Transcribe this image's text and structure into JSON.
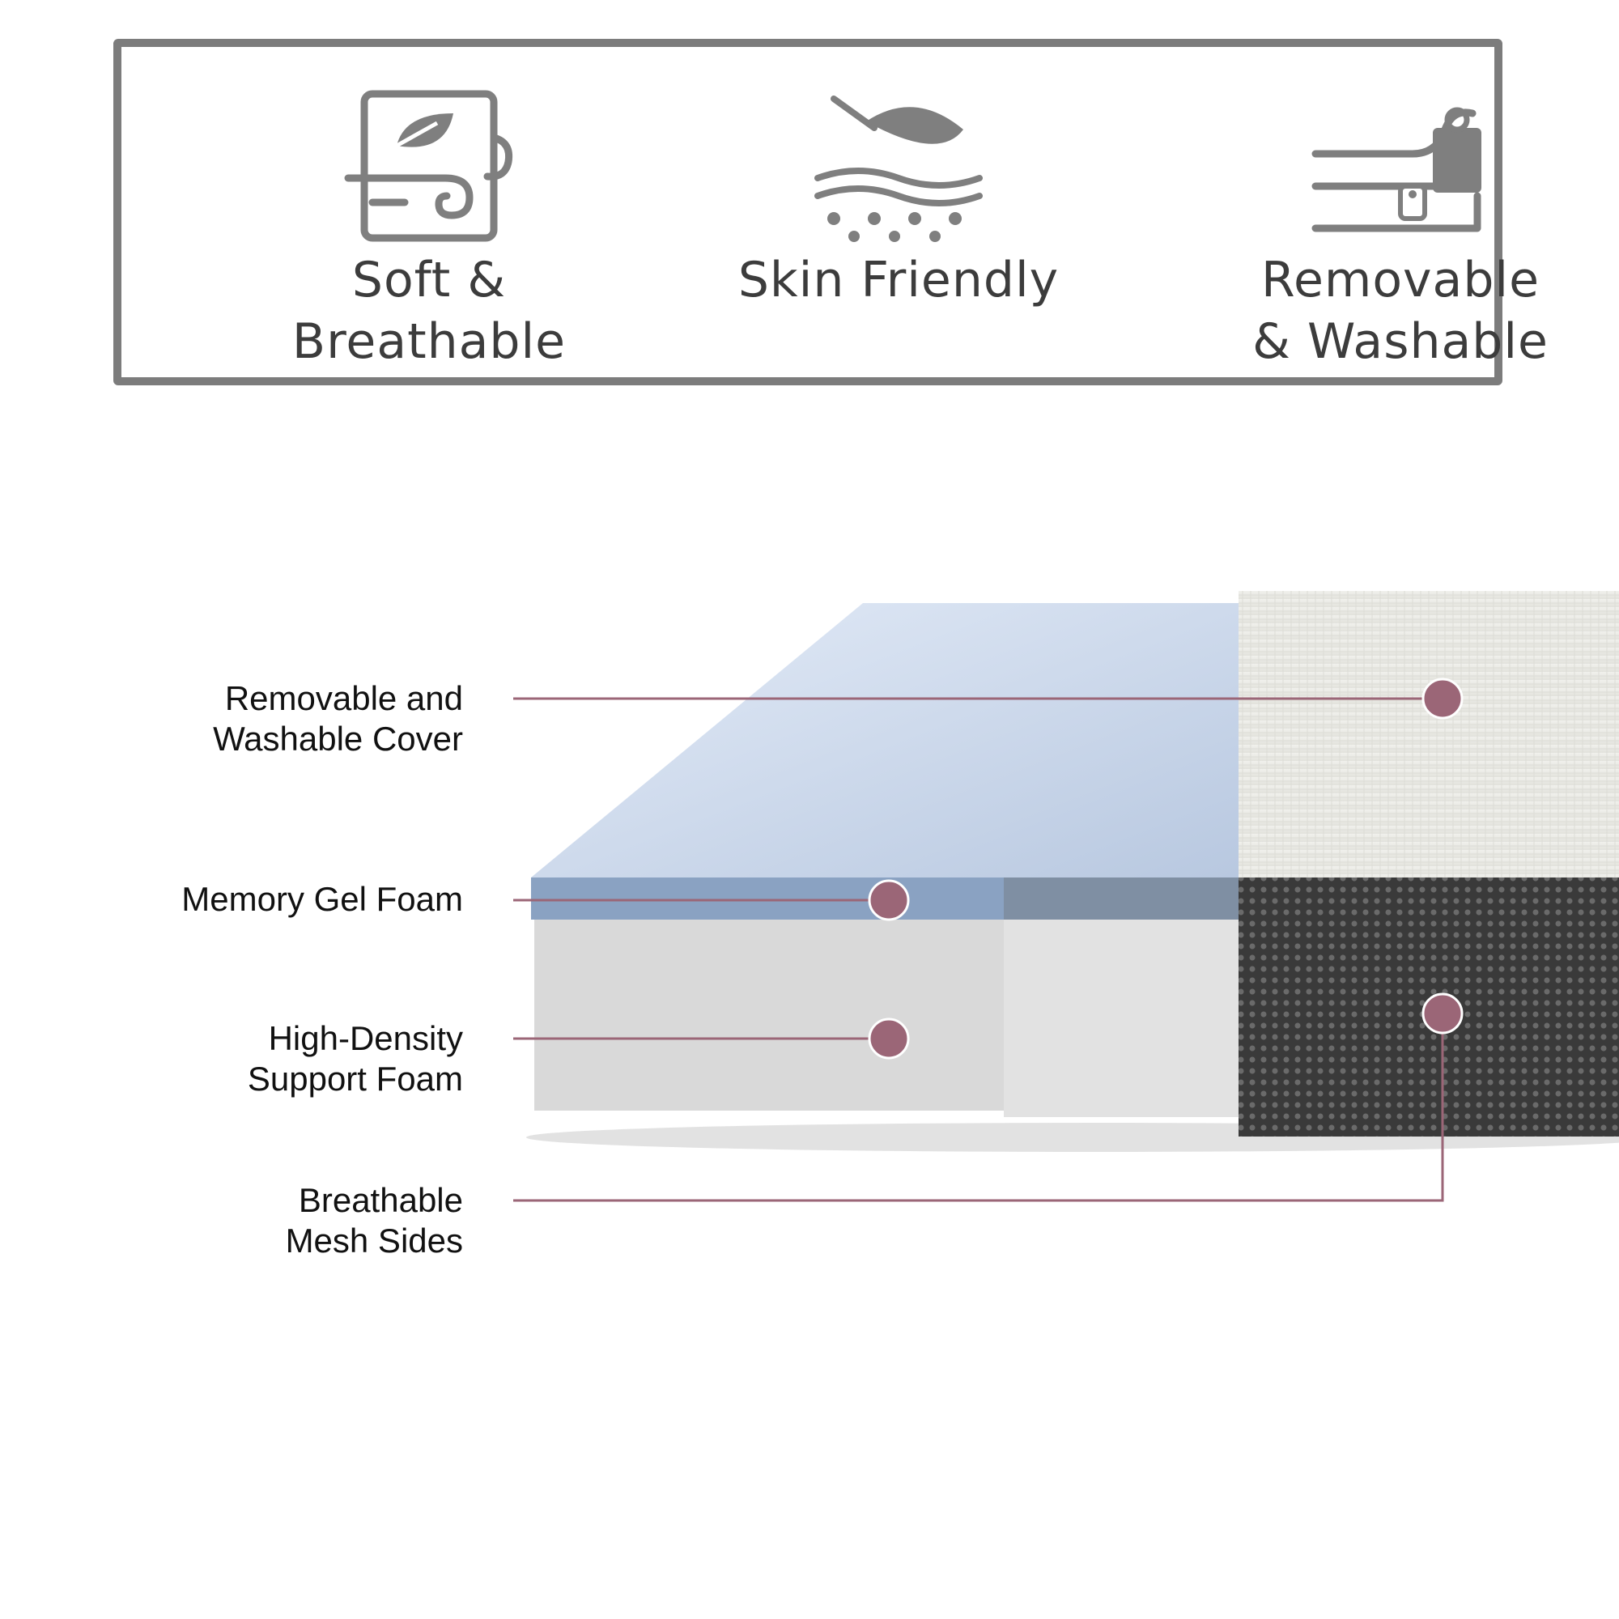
{
  "features": [
    {
      "label": "Soft &\nBreathable",
      "icon": "leaf-air-icon"
    },
    {
      "label": "Skin Friendly",
      "icon": "feather-skin-icon"
    },
    {
      "label": "Removable\n& Washable",
      "icon": "zipper-cover-icon"
    }
  ],
  "layers": [
    {
      "label": "Removable and\nWashable Cover"
    },
    {
      "label": "Memory Gel Foam"
    },
    {
      "label": "High-Density\nSupport Foam"
    },
    {
      "label": "Breathable\nMesh Sides"
    }
  ],
  "colors": {
    "border": "#7c7c7c",
    "icon": "#7f7f7f",
    "callout": "#9b6677",
    "gel_foam": "#8aa2c2",
    "support_foam": "#d9d9d9",
    "cover": "#ecece8",
    "mesh": "#3b3b3b"
  }
}
